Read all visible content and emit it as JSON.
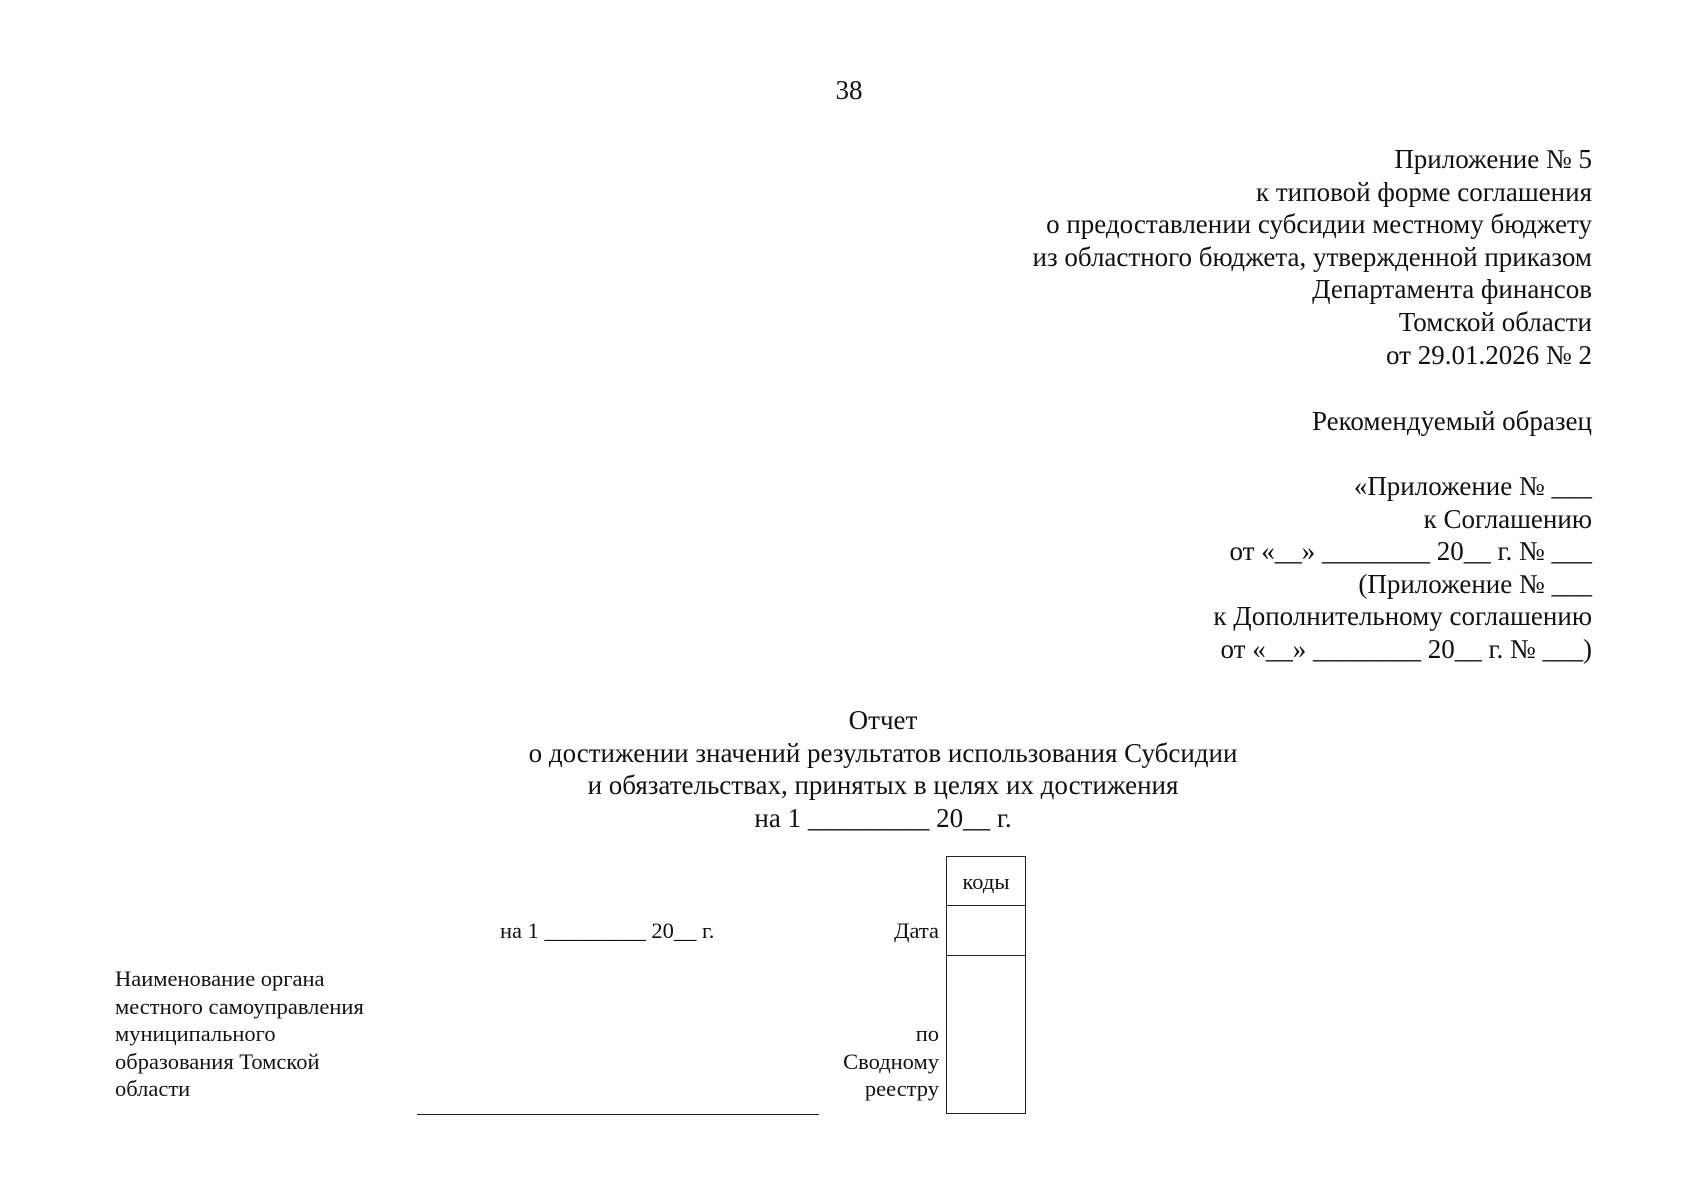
{
  "page_number": "38",
  "appendix_header": {
    "lines": [
      "Приложение № 5",
      "к типовой форме соглашения",
      "о предоставлении субсидии местному бюджету",
      "из областного бюджета, утвержденной приказом",
      "Департамента финансов",
      "Томской области",
      "от 29.01.2026 № 2"
    ]
  },
  "recommended_sample": "Рекомендуемый образец",
  "agreement_ref": {
    "lines": [
      "«Приложение № ___",
      "к Соглашению",
      "от «__» ________ 20__ г. № ___",
      "(Приложение № ___",
      "к Дополнительному соглашению",
      "от «__» ________ 20__ г. № ___)"
    ]
  },
  "report_title": {
    "lines": [
      "Отчет",
      "о достижении значений результатов использования Субсидии",
      "и обязательствах, принятых в целях их достижения",
      "на 1 _________ 20__ г."
    ]
  },
  "form": {
    "date_line": "на 1 _________ 20__ г.",
    "date_label": "Дата",
    "codes_header": "коды",
    "org_label_lines": [
      "Наименование органа",
      "местного самоуправления",
      "муниципального",
      "образования Томской",
      "области"
    ],
    "registry_label_lines": [
      "по",
      "Сводному",
      "реестру"
    ],
    "date_code_value": "",
    "registry_code_value": ""
  }
}
